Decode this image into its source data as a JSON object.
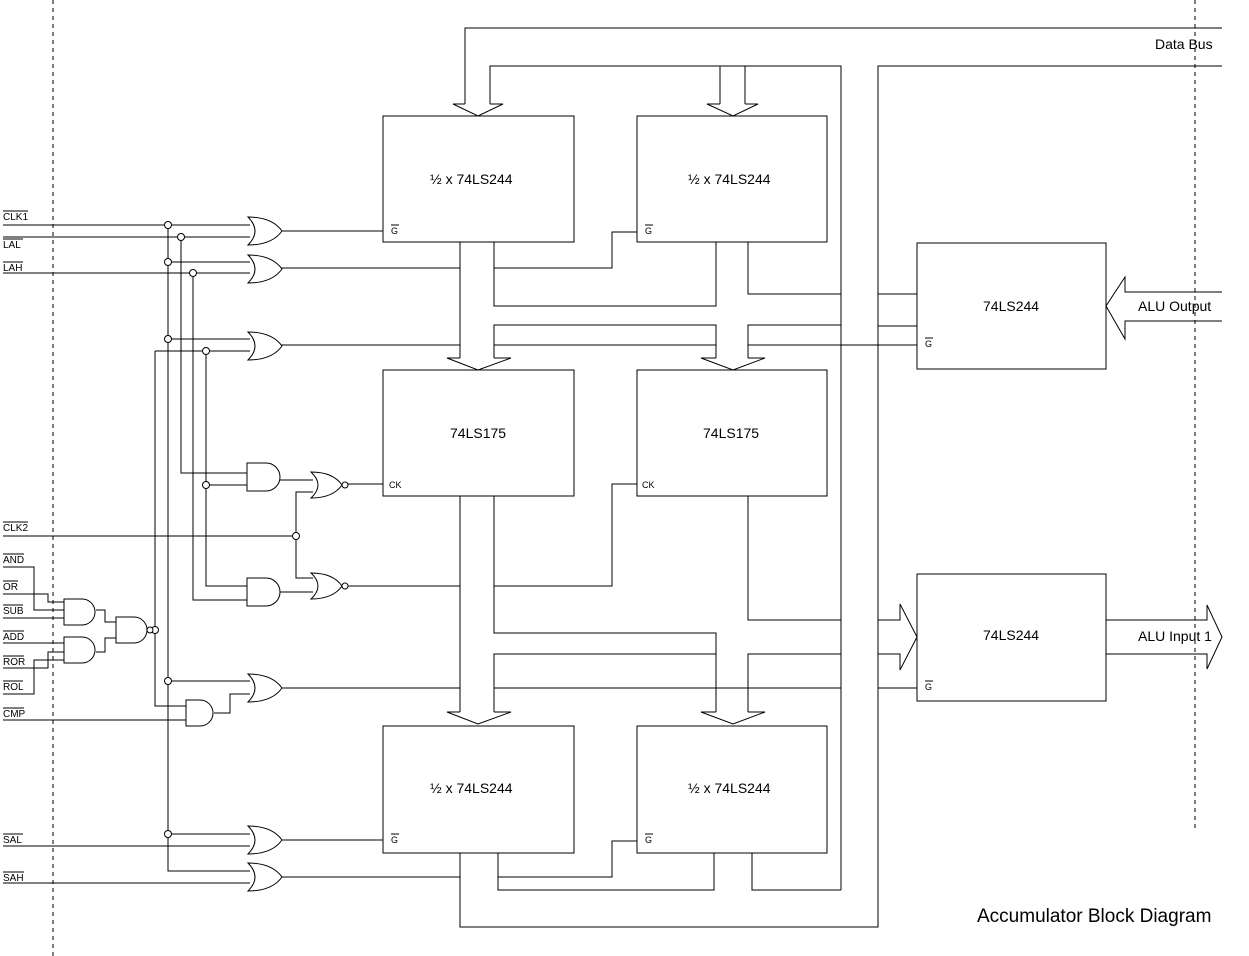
{
  "title": "Accumulator Block Diagram",
  "labels": {
    "data_bus": "Data Bus",
    "alu_output": "ALU Output",
    "alu_input_1": "ALU Input 1"
  },
  "chips": {
    "buf_in_left": "½ x 74LS244",
    "buf_in_right": "½ x 74LS244",
    "reg_left": "74LS175",
    "reg_right": "74LS175",
    "buf_out_left": "½ x 74LS244",
    "buf_out_right": "½ x 74LS244",
    "alu_out_buf": "74LS244",
    "alu_in_buf": "74LS244"
  },
  "pins": {
    "g": "G",
    "ck": "CK"
  },
  "signals": {
    "clk1": "CLK1",
    "lal": "LAL",
    "lah": "LAH",
    "clk2": "CLK2",
    "and": "AND",
    "or": "OR",
    "sub": "SUB",
    "add": "ADD",
    "ror": "ROR",
    "rol": "ROL",
    "cmp": "CMP",
    "sal": "SAL",
    "sah": "SAH"
  }
}
